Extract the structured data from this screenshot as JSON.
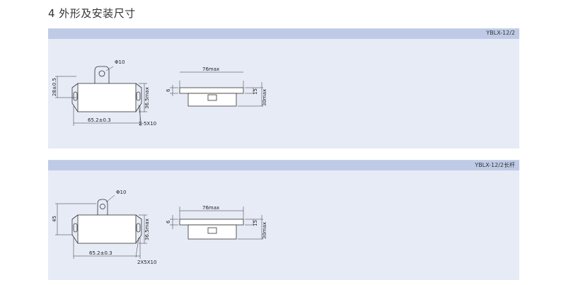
{
  "section_title": "4 外形及安装尺寸",
  "panels": [
    {
      "model": "YBLX-12/2",
      "dims": {
        "knob_dia": "Φ10",
        "height": "28±0.5",
        "width": "65.2±0.3",
        "body_height": "36.5max",
        "slot": "2-5X10",
        "total_length": "76max",
        "flange": "6",
        "depth_small": "15",
        "depth_total": "30max"
      }
    },
    {
      "model": "YBLX-12/2长杆",
      "dims": {
        "knob_dia": "Φ10",
        "height": "45",
        "width": "65.2±0.3",
        "body_height": "36.5max",
        "slot": "2X5X10",
        "total_length": "76max",
        "flange": "6",
        "depth_small": "15",
        "depth_total": "30max"
      }
    }
  ]
}
